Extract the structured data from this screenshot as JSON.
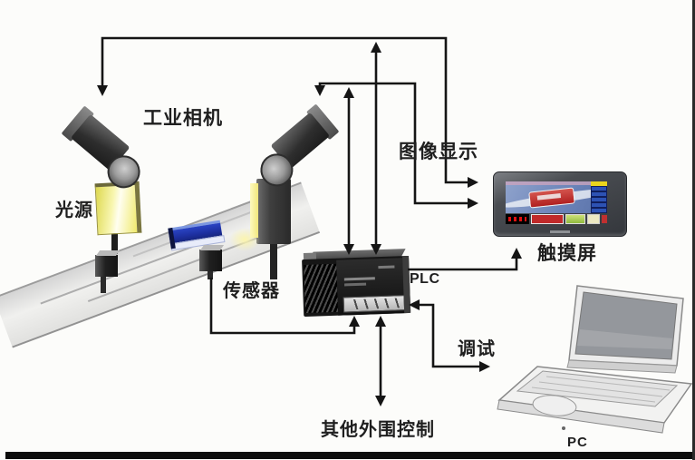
{
  "labels": {
    "industrial_camera": "工业相机",
    "light_source": "光源",
    "sensor": "传感器",
    "image_display": "图像显示",
    "touch_screen": "触摸屏",
    "plc": "PLC",
    "debug": "调试",
    "other_peripheral_control": "其他外围控制",
    "pc": "PC"
  },
  "colors": {
    "wire": "#151515",
    "light_source_yellow": "#f6f0a0",
    "product_blue": "#1d2f9f",
    "belt_gray": "#e8e8e8",
    "touchscreen_screen_blue": "#6a82b8"
  }
}
